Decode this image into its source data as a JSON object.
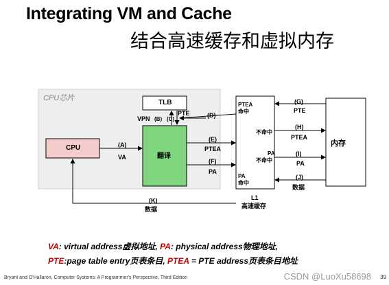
{
  "title_en": "Integrating VM and Cache",
  "title_zh": "结合高速缓存和虚拟内存",
  "chip_label": "CPU芯片",
  "boxes": {
    "tlb": "TLB",
    "cpu": "CPU",
    "translate": "翻译",
    "memory": "内存"
  },
  "cache_labels": {
    "pteа_hit": "PTEA",
    "pte_hit_zh": "命中",
    "ptea_miss_zh": "不命中",
    "pa_miss": "PA",
    "pa_miss_zh": "不命中",
    "pa_hit": "PA",
    "pa_hit_zh": "命中",
    "l1": "L1",
    "l1_zh": "高速缓存"
  },
  "arrows": {
    "a_tag": "(A)",
    "a_text": "VA",
    "b_tag": "(B)",
    "vpn": "VPN",
    "c_tag": "(C)",
    "pte_c": "PTE",
    "d_tag": "(D)",
    "e_tag": "(E)",
    "e_text": "PTEA",
    "f_tag": "(F)",
    "f_text": "PA",
    "g_tag": "(G)",
    "g_text": "PTE",
    "h_tag": "(H)",
    "h_text": "PTEA",
    "i_tag": "(I)",
    "i_text": "PA",
    "j_tag": "(J)",
    "j_text": "数据",
    "k_tag": "(K)",
    "k_text": "数据"
  },
  "footnote": {
    "line1_a": "VA",
    "line1_b": ": virtual address",
    "line1_c": "虚拟地址,",
    "line1_d": " PA",
    "line1_e": ": physical address",
    "line1_f": "物理地址,",
    "line2_a": "PTE",
    "line2_b": ":page table entry",
    "line2_c": "页表条目,",
    "line2_d": "  PTEA",
    "line2_e": " = PTE address",
    "line2_f": "页表条目地址"
  },
  "footer_left": "Bryant and O'Hallaron, Computer Systems: A Programmer's Perspective, Third Edition",
  "footer_right": "CSDN @LuoXu58698",
  "page_num": "39"
}
